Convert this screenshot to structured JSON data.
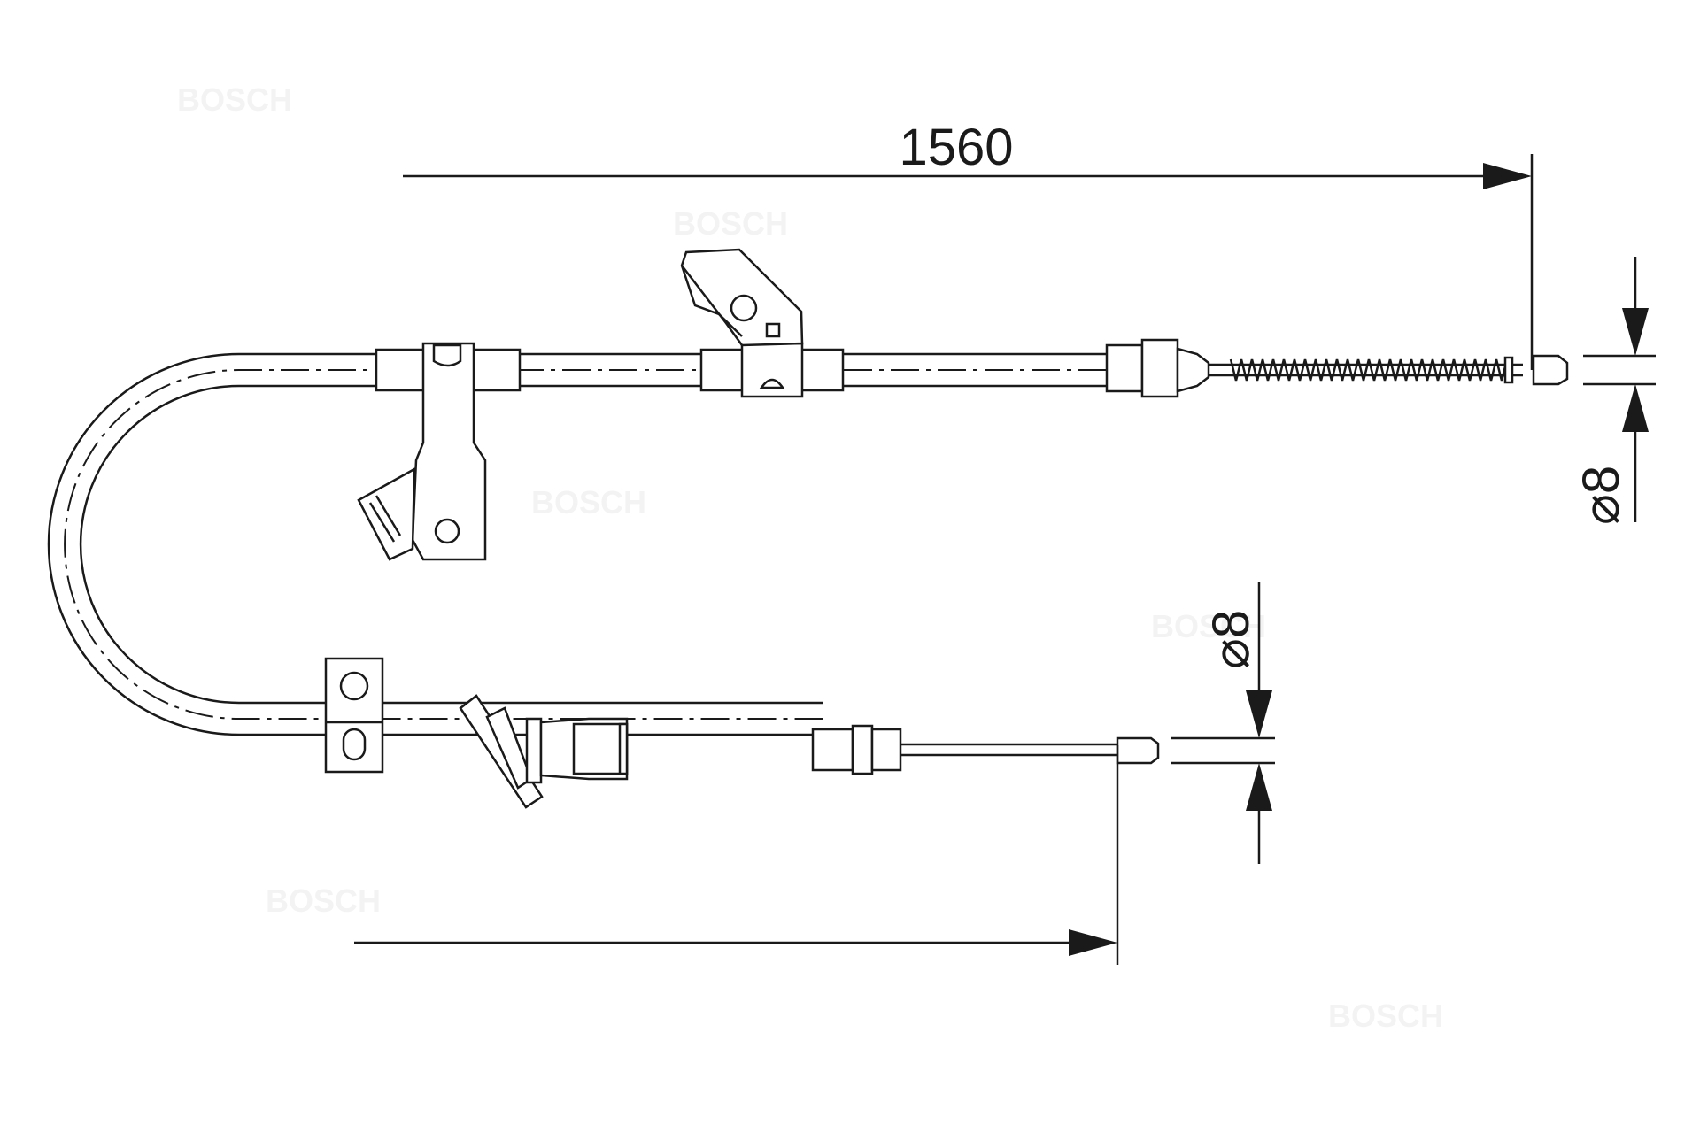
{
  "drawing": {
    "dimensions": {
      "length_label": "1560",
      "diameter_top_label": "⌀8",
      "diameter_bottom_label": "⌀8"
    },
    "watermark_text": "BOSCH"
  }
}
